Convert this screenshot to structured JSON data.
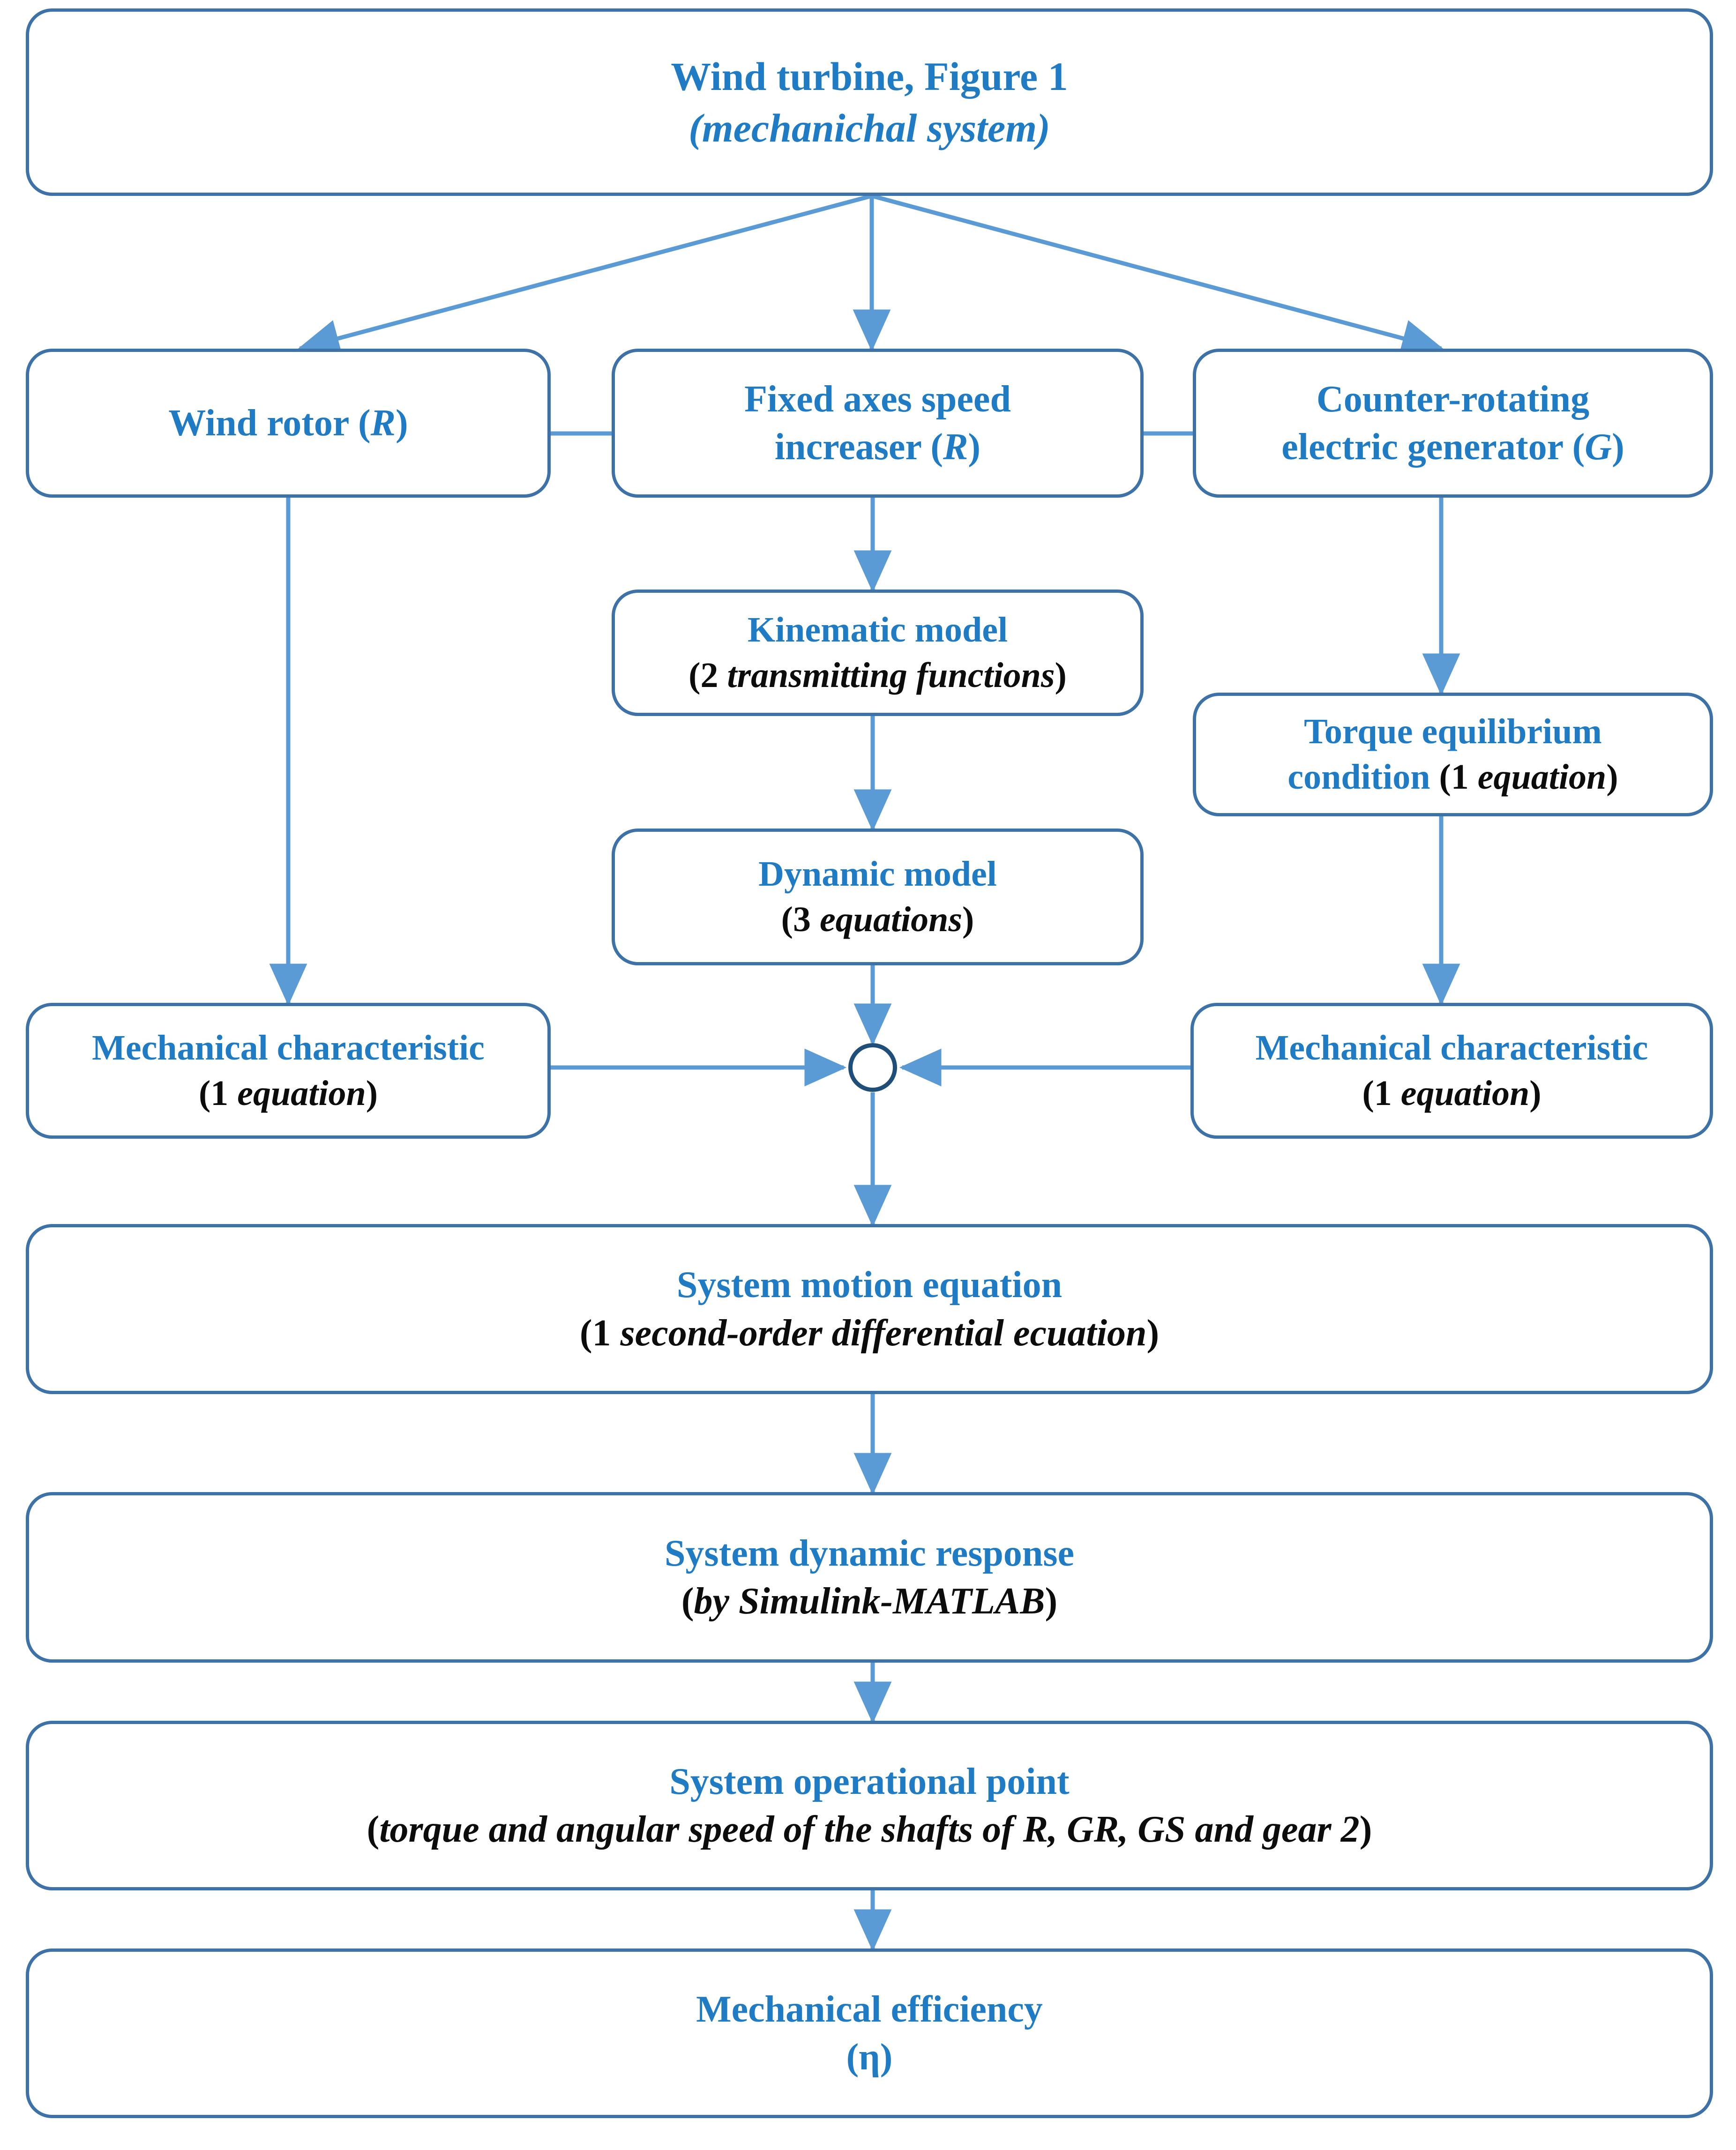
{
  "diagram": {
    "title": "Wind turbine mechanical system flowchart",
    "accent_blue": "#1f7bc4",
    "border_blue": "#3d72a8",
    "connector_blue": "#5b9bd5",
    "junction_outline": "#1f4e79",
    "text_black": "#0c0c0c",
    "background": "#ffffff"
  },
  "nodes": {
    "wind_turbine": {
      "line1": "Wind turbine, Figure 1",
      "line2": "(mechanichal system)"
    },
    "wind_rotor": {
      "line1_pre": "Wind rotor (",
      "line1_ital": "R",
      "line1_post": ")"
    },
    "speed_increaser": {
      "line1": "Fixed axes speed",
      "line2_pre": "increaser (",
      "line2_ital": "R",
      "line2_post": ")"
    },
    "generator": {
      "line1": "Counter-rotating",
      "line2_pre": "electric generator (",
      "line2_ital": "G",
      "line2_post": ")"
    },
    "kinematic_model": {
      "line1": "Kinematic model",
      "line2_pre": "(2 ",
      "line2_ital": "transmitting functions",
      "line2_post": ")"
    },
    "dynamic_model": {
      "line1": "Dynamic model",
      "line2_pre": "(3 ",
      "line2_ital": "equations",
      "line2_post": ")"
    },
    "torque_equilibrium": {
      "line1": "Torque equilibrium",
      "line2_blue": "condition ",
      "line2_pre": "(1 ",
      "line2_ital": "equation",
      "line2_post": ")"
    },
    "mech_char_left": {
      "line1": "Mechanical characteristic",
      "line2_pre": "(1 ",
      "line2_ital": "equation",
      "line2_post": ")"
    },
    "mech_char_right": {
      "line1": "Mechanical characteristic",
      "line2_pre": "(1 ",
      "line2_ital": "equation",
      "line2_post": ")"
    },
    "system_motion_equation": {
      "line1": "System motion equation",
      "line2_pre": "(1 ",
      "line2_ital": "second-order differential  ecuation",
      "line2_post": ")"
    },
    "system_dynamic_response": {
      "line1": "System dynamic response",
      "line2_pre": "(",
      "line2_ital": "by Simulink-MATLAB",
      "line2_post": ")"
    },
    "system_operational_point": {
      "line1": "System operational point",
      "line2_pre": "(",
      "line2_ital": "torque and angular speed of the shafts of R, GR, GS and gear 2",
      "line2_post": ")"
    },
    "mechanical_efficiency": {
      "line1": "Mechanical efficiency",
      "line2": "(η)"
    }
  },
  "junction": {
    "label": "summation-junction"
  }
}
